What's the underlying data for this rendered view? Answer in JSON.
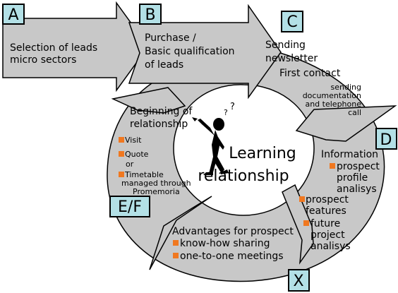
{
  "center": {
    "line1": "Learning",
    "line2": "relationship"
  },
  "badges": {
    "a": "A",
    "b": "B",
    "c": "C",
    "d": "D",
    "ef": "E/F",
    "x": "X"
  },
  "stage_a": {
    "line1": "Selection of leads",
    "line2": "micro sectors"
  },
  "stage_b": {
    "line1": "Purchase /",
    "line2": "Basic qualification",
    "line3": "of leads"
  },
  "stage_c": {
    "line1": "Sending",
    "line2": "newsletter",
    "line3": "First contact",
    "note1": "sending",
    "note2": "documentation",
    "note3": "and telephone",
    "note4": "call"
  },
  "stage_d": {
    "title": "Information",
    "b1_l1": "prospect",
    "b1_l2": "profile",
    "b1_l3": "analisys",
    "b2_l1": "prospect",
    "b2_l2": "features",
    "b3_l1": "future",
    "b3_l2": "project",
    "b3_l3": "analisys"
  },
  "stage_x": {
    "title": "Advantages for prospect",
    "b1": "know-how sharing",
    "b2": "one-to-one meetings"
  },
  "stage_ef": {
    "title1": "Beginning of",
    "title2": "relationship",
    "b1": "Visit",
    "b2": "Quote",
    "or": "or",
    "b3_l1": "Timetable",
    "b3_l2": "managed through",
    "b3_l3": "Promemoria"
  },
  "colors": {
    "fill": "#c8c8c8",
    "stroke": "#000000",
    "badge_fill": "#b3e0e6",
    "bullet": "#f07820",
    "background": "#ffffff"
  },
  "icons": {
    "figure": "thinking-person-icon",
    "bullet": "orange-square-bullet-icon"
  }
}
